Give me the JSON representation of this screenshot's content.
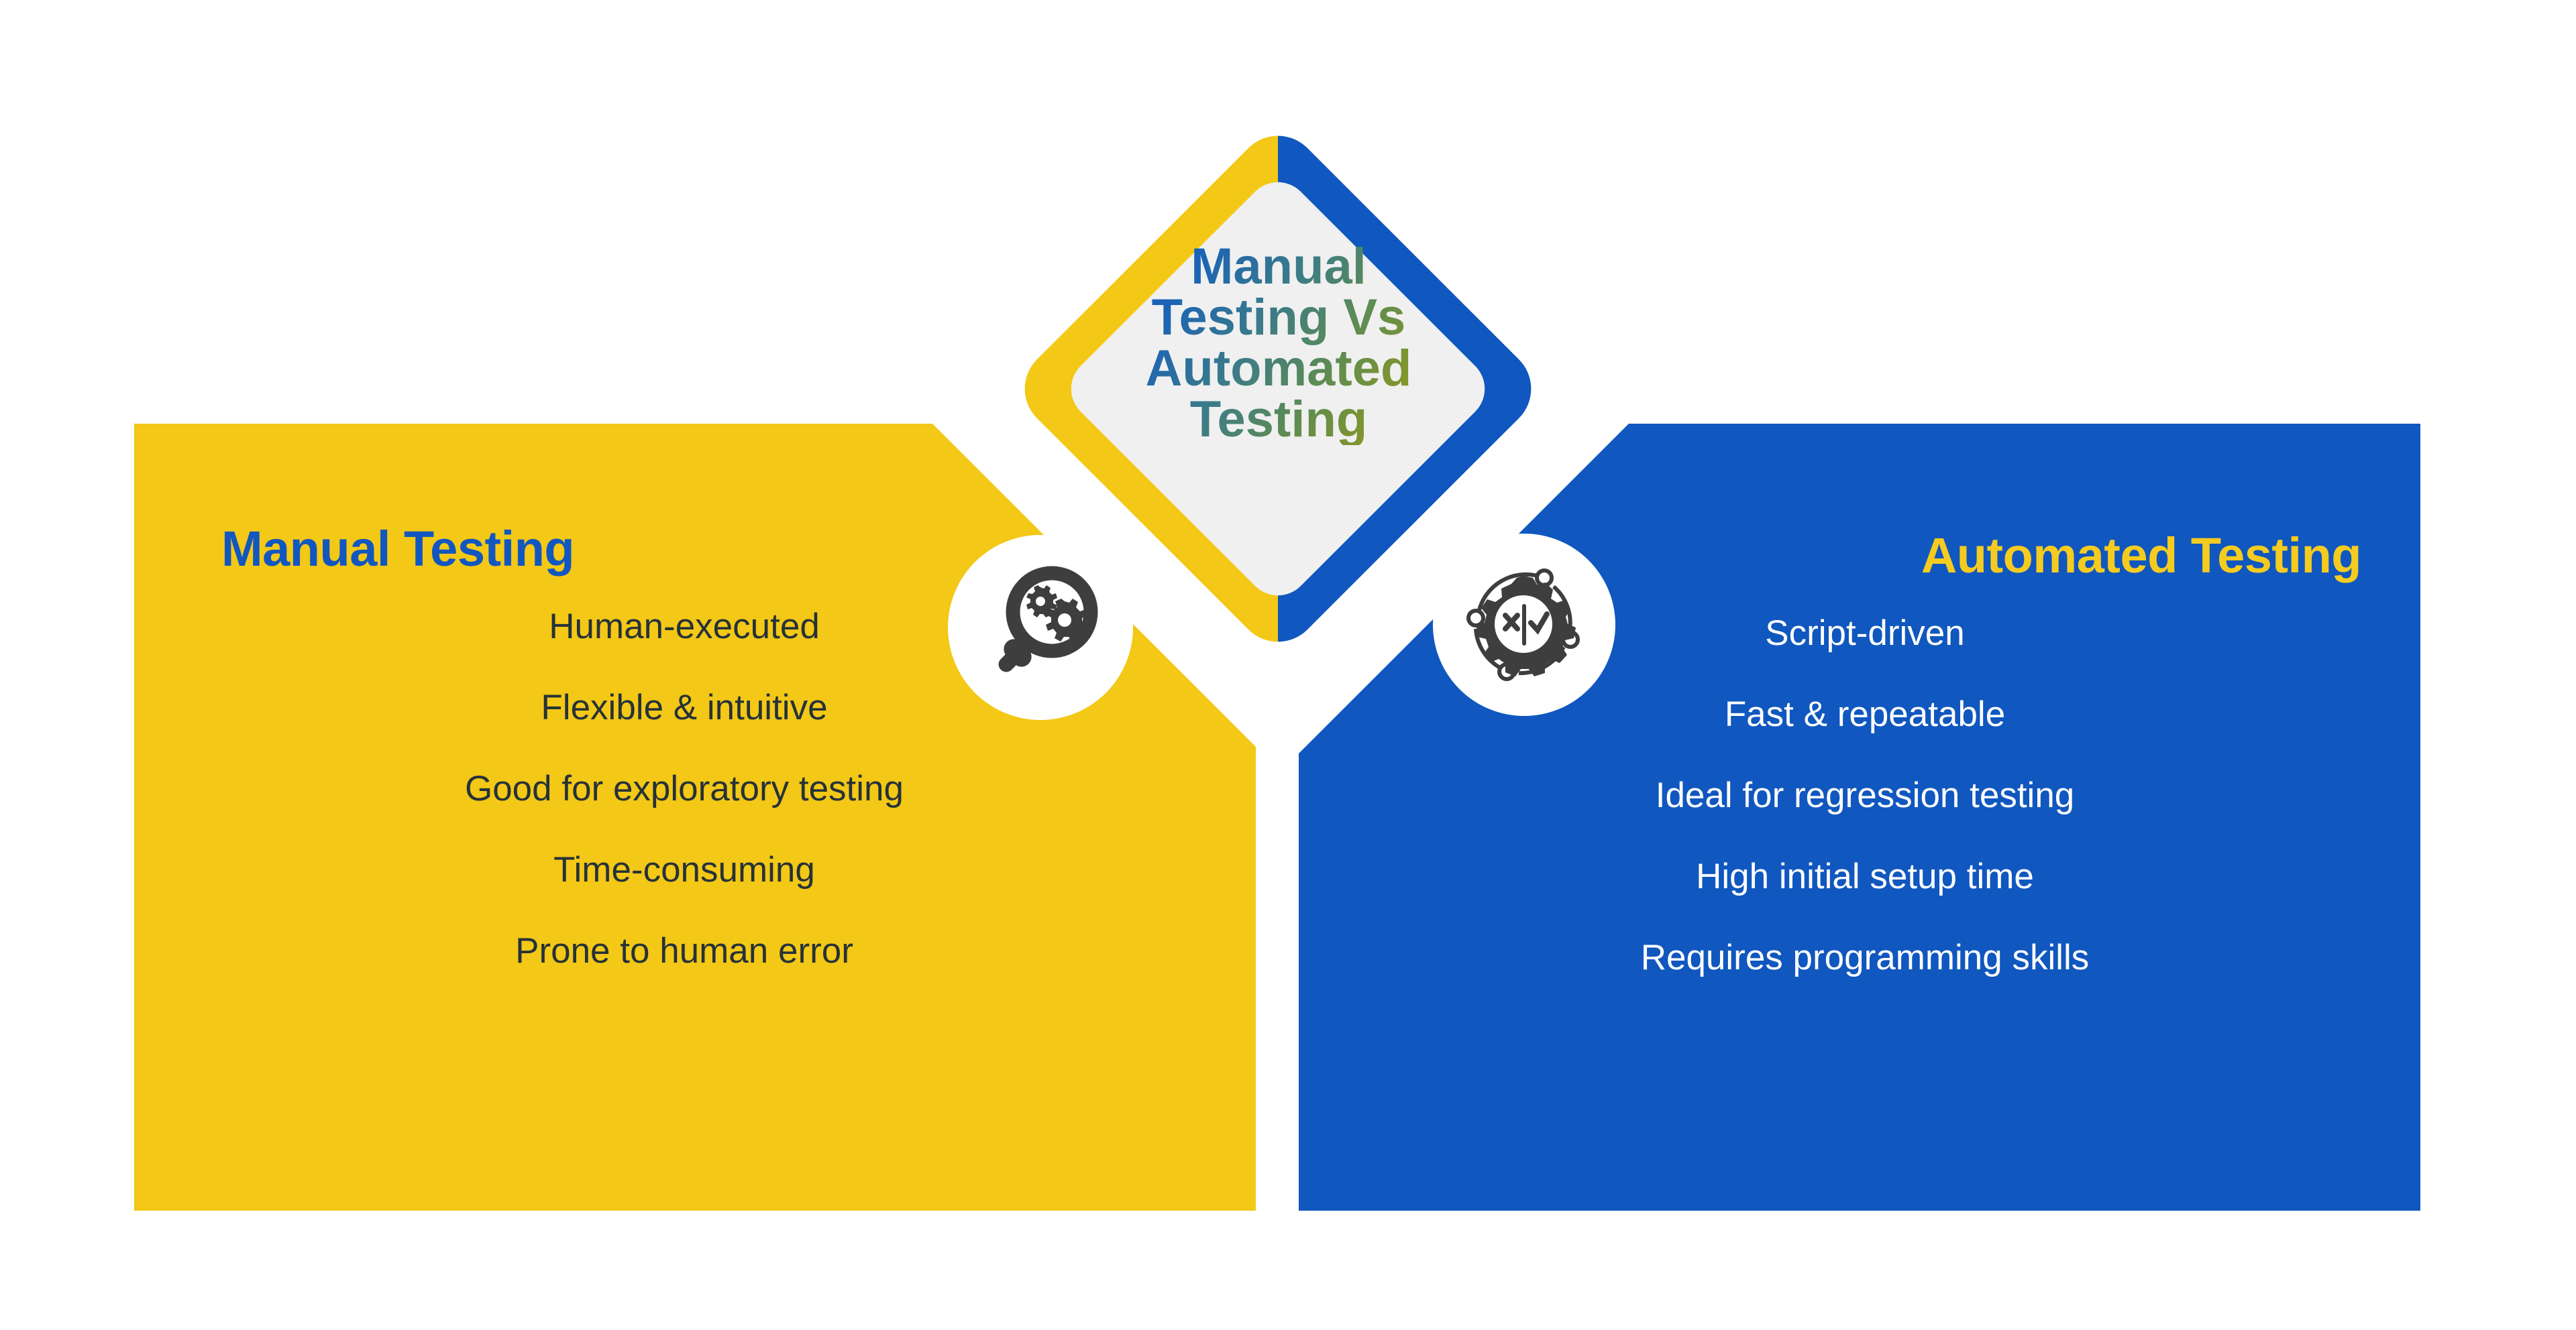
{
  "center": {
    "title": "Manual Testing Vs Automated Testing",
    "title_lines": [
      "Manual",
      "Testing Vs",
      "Automated",
      "Testing"
    ],
    "gradient_start": "#0d5bc4",
    "gradient_end": "#a3a30c",
    "outer_left_color": "#f3c816",
    "outer_right_color": "#1057bf",
    "inner_fill": "#f0f0f0"
  },
  "manual": {
    "title": "Manual Testing",
    "title_color": "#1257c0",
    "panel_color": "#f3c816",
    "text_color": "#263238",
    "icon_name": "magnifier-gears-icon",
    "items": [
      "Human-executed",
      "Flexible & intuitive",
      "Good for exploratory testing",
      "Time-consuming",
      "Prone to human error"
    ]
  },
  "automated": {
    "title": "Automated Testing",
    "title_color": "#f5cb20",
    "panel_color": "#1057bf",
    "text_color": "#ffffff",
    "icon_name": "gear-test-check-icon",
    "items": [
      "Script-driven",
      "Fast & repeatable",
      "Ideal for regression testing",
      "High initial setup time",
      "Requires programming skills"
    ]
  }
}
